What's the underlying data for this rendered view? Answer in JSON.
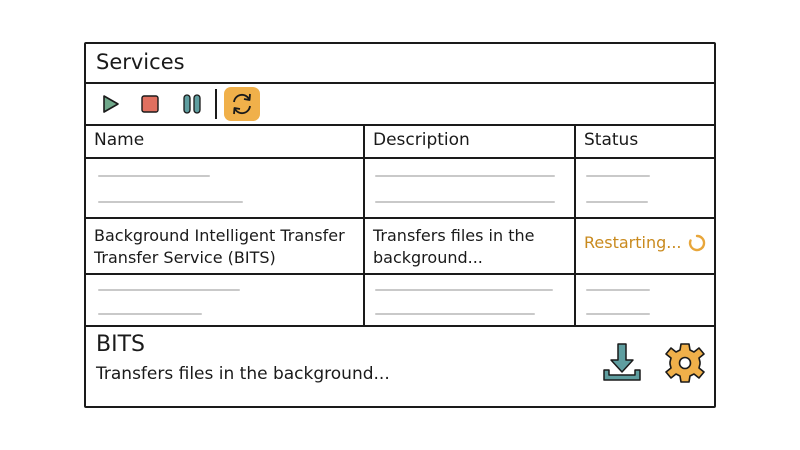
{
  "window": {
    "title": "Services"
  },
  "toolbar": {
    "buttons": [
      {
        "name": "start",
        "icon": "play-icon",
        "color": "#6fa88a"
      },
      {
        "name": "stop",
        "icon": "stop-icon",
        "color": "#e07060"
      },
      {
        "name": "pause",
        "icon": "pause-icon",
        "color": "#5f9ea0"
      },
      {
        "name": "restart",
        "icon": "refresh-icon",
        "color": "#f0b04a",
        "active": true
      }
    ]
  },
  "table": {
    "columns": [
      "Name",
      "Description",
      "Status"
    ],
    "rows": [
      {
        "placeholder": true
      },
      {
        "name_line1": "Background Intelligent Transfer",
        "name_line2": "Transfer Service (BITS)",
        "desc_line1": "Transfers files in the",
        "desc_line2": "background...",
        "status": "Restarting...",
        "status_color": "#c98a1e",
        "status_icon": "spinner-icon"
      },
      {
        "placeholder": true
      }
    ]
  },
  "details": {
    "title": "BITS",
    "description": "Transfers files in the background...",
    "actions": [
      {
        "name": "download",
        "icon": "download-icon",
        "color": "#5f9ea0"
      },
      {
        "name": "settings",
        "icon": "gear-icon",
        "color": "#f0b04a"
      }
    ]
  }
}
